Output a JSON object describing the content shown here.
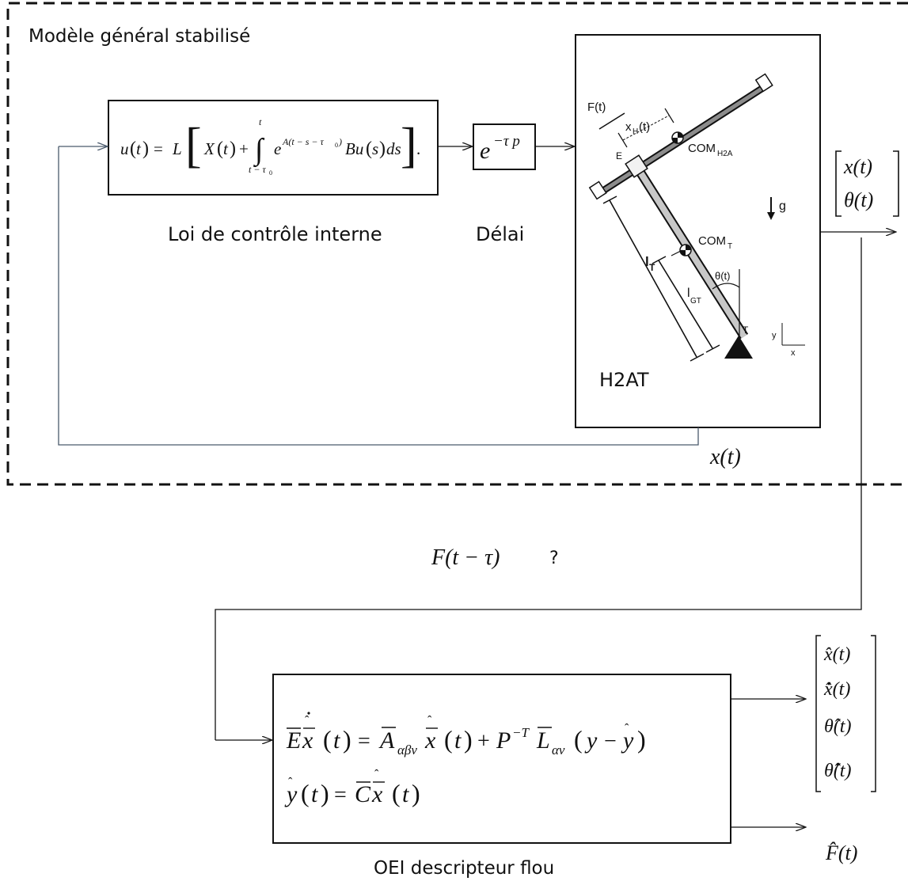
{
  "title": "Modèle général stabilisé",
  "control_block": {
    "label": "Loi de contrôle interne"
  },
  "delay_block": {
    "label": "Délai",
    "expr": "e",
    "exponent": "−τ p"
  },
  "plant_block": {
    "label": "H2AT",
    "force": "F(t)",
    "xh": "x",
    "xh_sub": "H",
    "xh_arg": "(t)",
    "com_h2a": "COM",
    "com_h2a_sub": "H2A",
    "com_t": "COM",
    "com_t_sub": "T",
    "point_e": "E",
    "point_t": "T",
    "gravity": "g",
    "lt": "l",
    "lt_sub": "T",
    "lgt": "l",
    "lgt_sub": "GT",
    "theta": "θ(t)",
    "axis_x": "x",
    "axis_y": "y"
  },
  "outputs": {
    "top": [
      "x(t)",
      "θ(t)"
    ],
    "feedback": "x(t)",
    "unknown": "F(t − τ)",
    "question": "?"
  },
  "observer_block": {
    "label": "OEI descripteur flou",
    "out_vector": [
      "x̂(t)",
      "x̂̇(t)",
      "θ̂(t)",
      "θ̂̇(t)"
    ],
    "out_force": "F̂(t)"
  },
  "colors": {
    "line": "#1a1a1a",
    "feedback_line": "#5b6f86",
    "background": "#ffffff"
  }
}
